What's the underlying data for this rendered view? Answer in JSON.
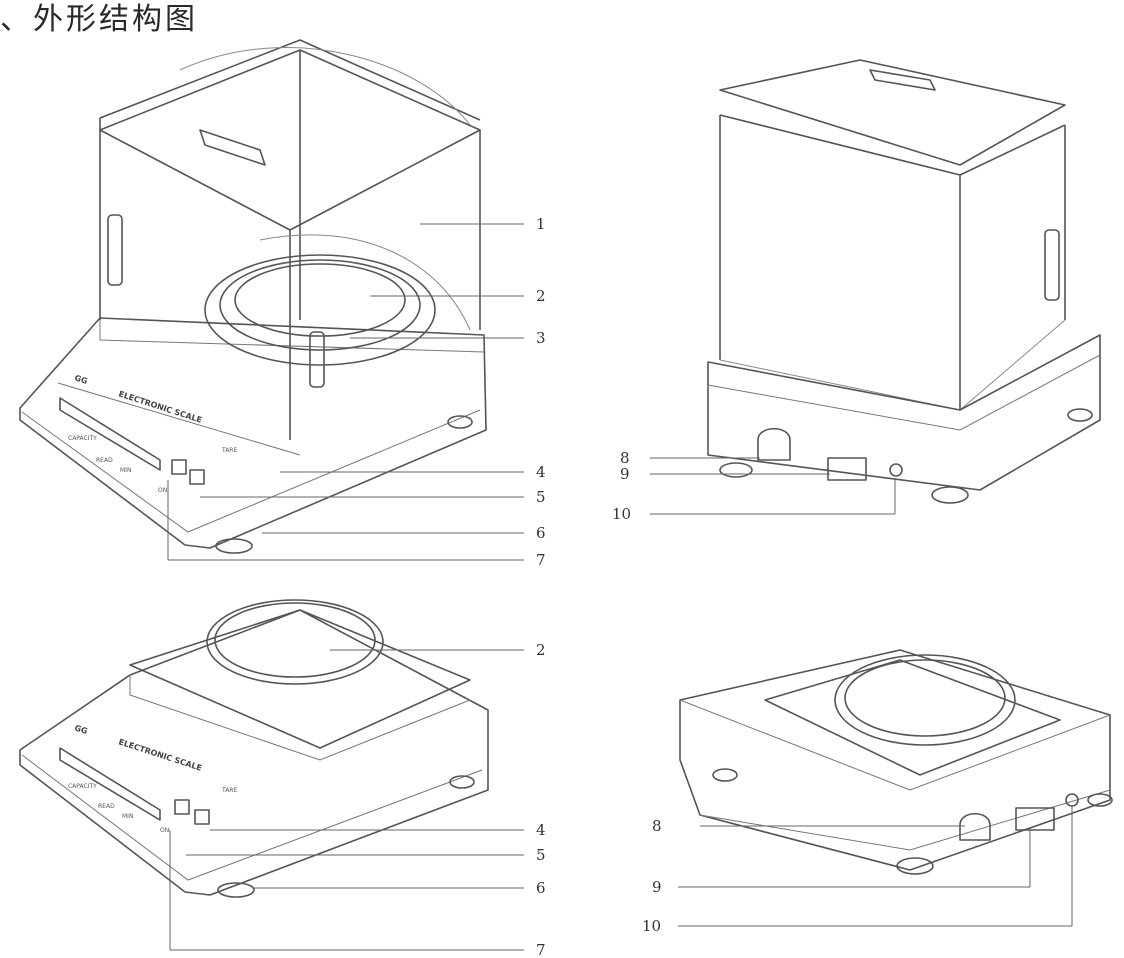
{
  "title": "、外形结构图",
  "brand_text": "ELECTRONIC SCALE",
  "logo_text": "GG",
  "panel_texts": {
    "tare": "TARE",
    "on": "ON",
    "left_small": "CAPACITY",
    "mid_small": "READ",
    "right_small": "MIN"
  },
  "views": [
    {
      "id": "front-with-windshield",
      "callouts": [
        {
          "label": "1"
        },
        {
          "label": "2"
        },
        {
          "label": "3"
        },
        {
          "label": "4"
        },
        {
          "label": "5"
        },
        {
          "label": "6"
        },
        {
          "label": "7"
        }
      ]
    },
    {
      "id": "rear-with-windshield",
      "callouts": [
        {
          "label": "8"
        },
        {
          "label": "9"
        },
        {
          "label": "10"
        }
      ]
    },
    {
      "id": "front-without-windshield",
      "callouts": [
        {
          "label": "2"
        },
        {
          "label": "4"
        },
        {
          "label": "5"
        },
        {
          "label": "6"
        },
        {
          "label": "7"
        }
      ]
    },
    {
      "id": "rear-without-windshield",
      "callouts": [
        {
          "label": "8"
        },
        {
          "label": "9"
        },
        {
          "label": "10"
        }
      ]
    }
  ]
}
